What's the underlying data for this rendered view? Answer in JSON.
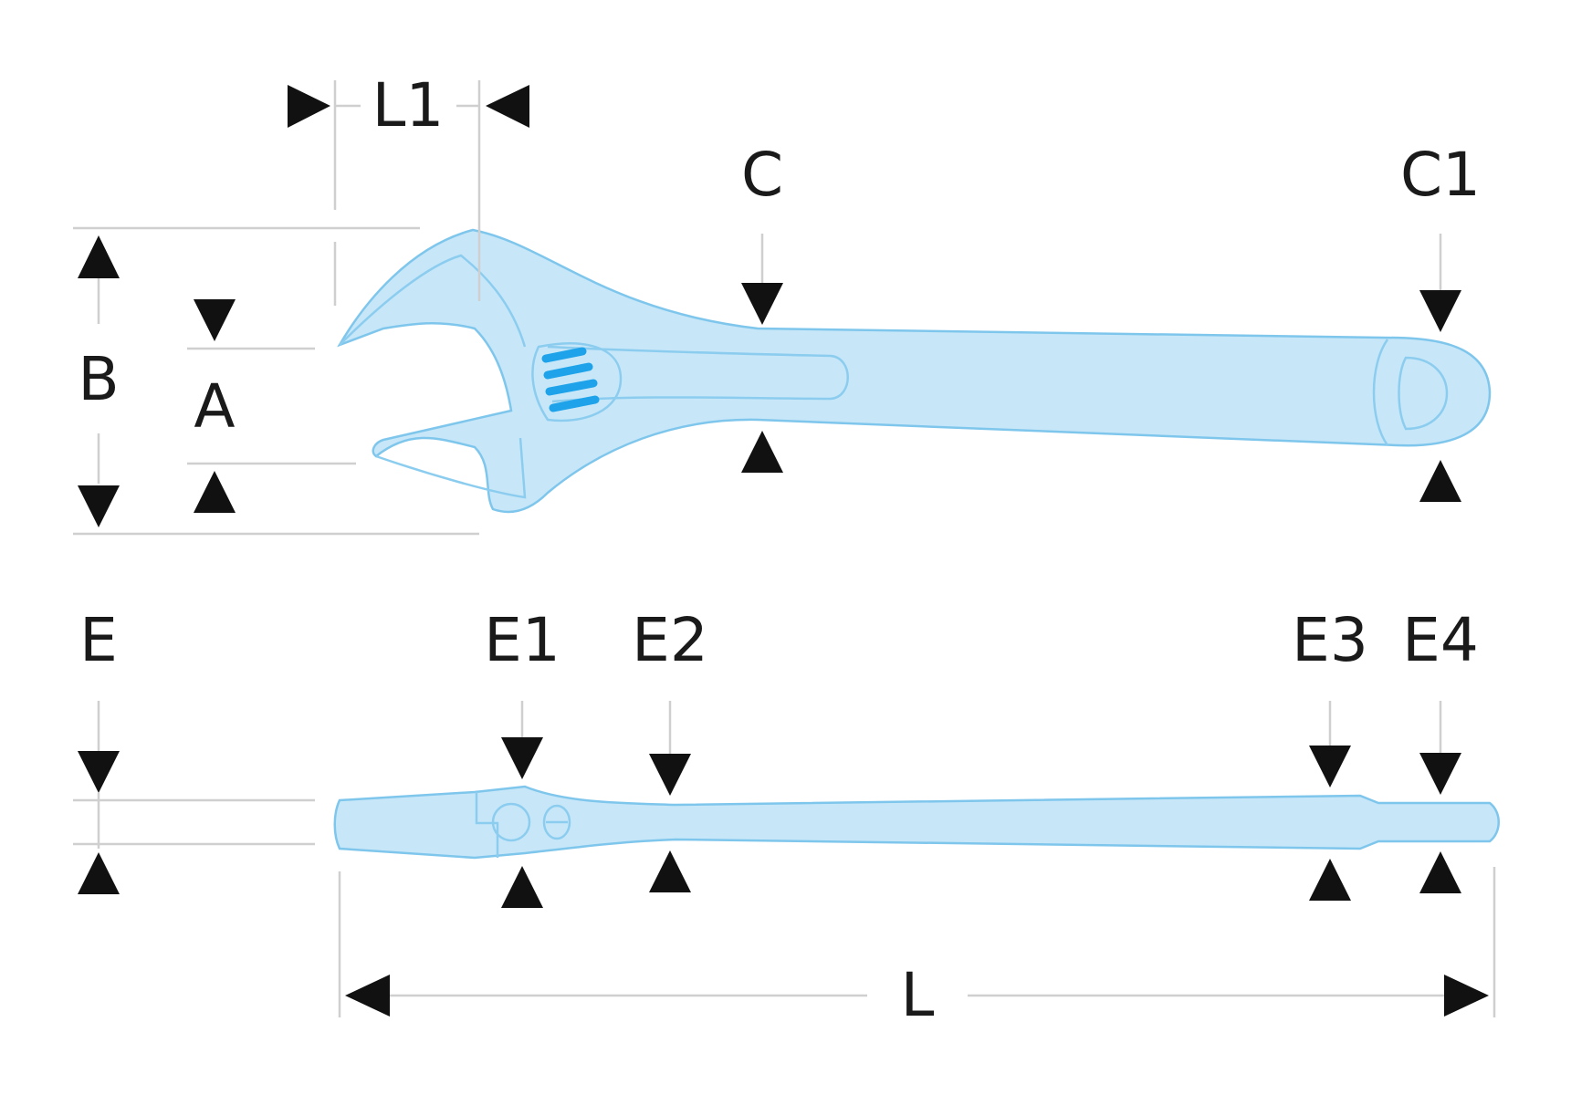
{
  "labels": {
    "L1": "L1",
    "C": "C",
    "C1": "C1",
    "B": "B",
    "A": "A",
    "E": "E",
    "E1": "E1",
    "E2": "E2",
    "E3": "E3",
    "E4": "E4",
    "L": "L"
  },
  "colors": {
    "tool_fill": "#c7e7f9",
    "tool_outline": "#7fc6ec",
    "worm_gear": "#1ea3ea",
    "arrow": "#111111",
    "dimension_line": "#cfcfcf"
  }
}
